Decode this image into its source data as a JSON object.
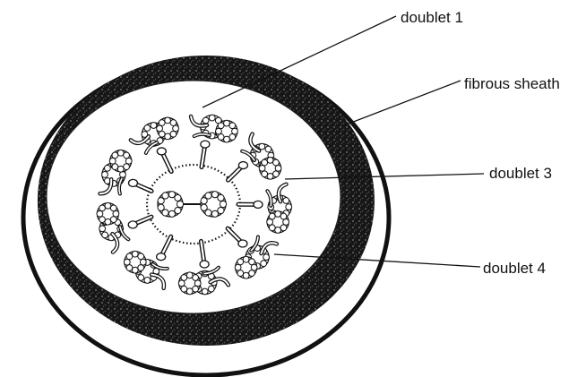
{
  "colors": {
    "ink": "#111111",
    "sheath": "#161616",
    "background": "#ffffff"
  },
  "labels": [
    {
      "id": "doublet-1",
      "text": "doublet 1"
    },
    {
      "id": "fibrous-sheath",
      "text": "fibrous sheath"
    },
    {
      "id": "doublet-3",
      "text": "doublet 3"
    },
    {
      "id": "doublet-4",
      "text": "doublet 4"
    }
  ],
  "structure": {
    "outer_doublet_count": 9,
    "central_pair_count": 2,
    "radial_spoke_count": 9
  }
}
